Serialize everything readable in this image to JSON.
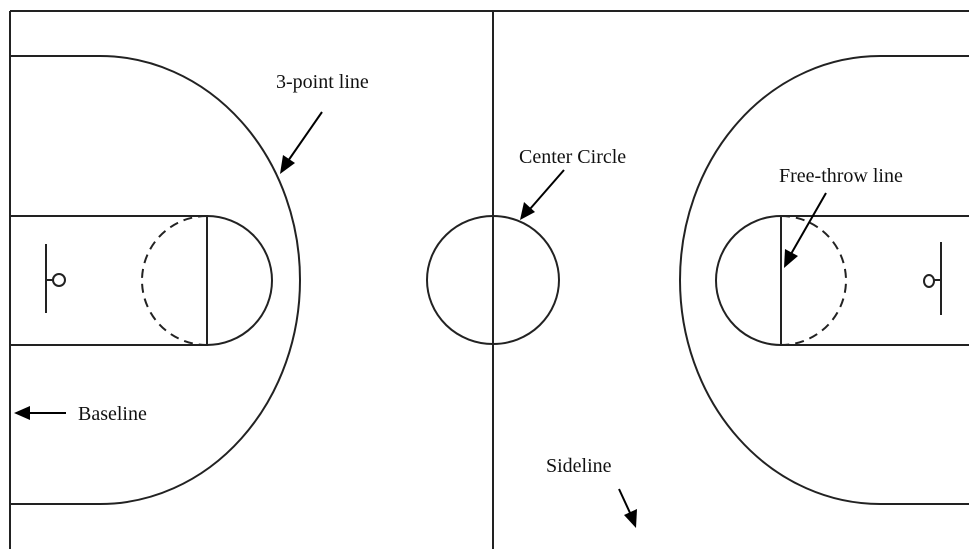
{
  "diagram": {
    "labels": {
      "three_point_line": "3-point line",
      "center_circle": "Center Circle",
      "free_throw_line": "Free-throw line",
      "baseline": "Baseline",
      "sideline": "Sideline"
    },
    "colors": {
      "background": "#ffffff",
      "lines": "#222222",
      "arrows": "#000000"
    }
  }
}
